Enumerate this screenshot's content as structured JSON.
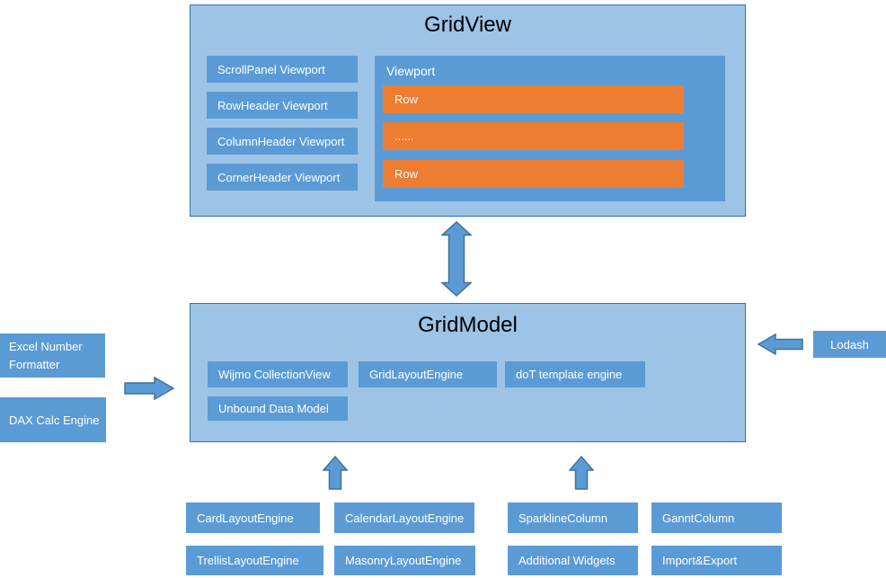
{
  "colors": {
    "panel_background": "#9DC3E6",
    "panel_border": "#2E75B6",
    "box_background": "#5B9BD5",
    "row_background": "#ED7D31",
    "arrow_fill": "#5B9BD5",
    "arrow_border": "#41719C",
    "title_text": "#000000",
    "box_text": "#FFFFFF"
  },
  "gridview": {
    "title": "GridView",
    "viewports": [
      "ScrollPanel Viewport",
      "RowHeader Viewport",
      "ColumnHeader Viewport",
      "CornerHeader Viewport"
    ],
    "viewport_panel": {
      "label": "Viewport",
      "rows": [
        "Row",
        "......",
        "Row"
      ]
    }
  },
  "gridmodel": {
    "title": "GridModel",
    "components_row1": [
      "Wijmo CollectionView",
      "GridLayoutEngine",
      "doT template engine"
    ],
    "components_row2": [
      "Unbound Data Model"
    ]
  },
  "left_inputs": {
    "items": [
      "Excel Number Formatter",
      "DAX Calc Engine"
    ]
  },
  "right_inputs": {
    "items": [
      "Lodash"
    ]
  },
  "bottom_plugins": {
    "row1": [
      "CardLayoutEngine",
      "CalendarLayoutEngine",
      "SparklineColumn",
      "GanntColumn"
    ],
    "row2": [
      "TrellisLayoutEngine",
      "MasonryLayoutEngine",
      "Additional Widgets",
      "Import&Export"
    ]
  }
}
